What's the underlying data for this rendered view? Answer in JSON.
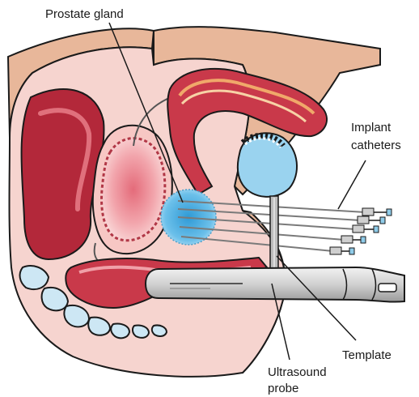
{
  "labels": {
    "prostate": "Prostate gland",
    "catheters_line1": "Implant",
    "catheters_line2": "catheters",
    "template": "Template",
    "probe_line1": "Ultrasound",
    "probe_line2": "probe"
  },
  "colors": {
    "skin": "#e8b79a",
    "tissue_pink": "#f3c9c6",
    "tissue_red": "#d95a66",
    "dark_red": "#8e2632",
    "prostate_blue": "#5db4e0",
    "bone_blue": "#cde7f4",
    "probe_gray": "#d9d9d9",
    "outline": "#1a1a1a"
  }
}
